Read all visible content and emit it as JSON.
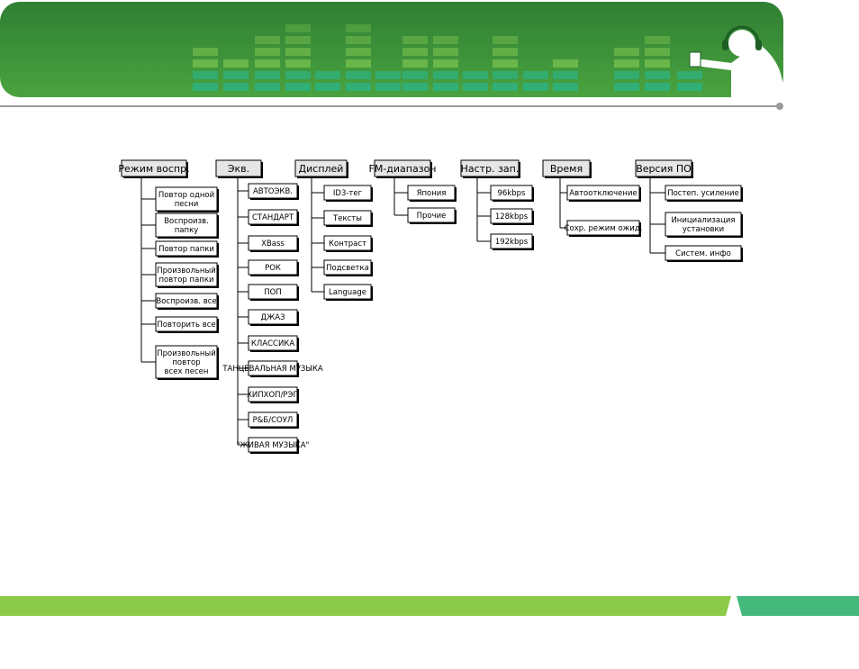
{
  "colors": {
    "banner_dark": "#2e7d32",
    "banner_light": "#8bc34a",
    "footer_green": "#8ccb4a",
    "footer_teal": "#45b97c"
  },
  "icons": {
    "banner_figure": "person-with-headphones-icon"
  },
  "columns": [
    {
      "header": "Режим воспр.",
      "items": [
        [
          "Повтор одной",
          "песни"
        ],
        [
          "Воспроизв.",
          "папку"
        ],
        [
          "Повтор папки"
        ],
        [
          "Произвольный",
          "повтор папки"
        ],
        [
          "Воспроизв. все"
        ],
        [
          "Повторить все"
        ],
        [
          "Произвольный",
          "повтор",
          "всех песен"
        ]
      ]
    },
    {
      "header": "Экв.",
      "items": [
        [
          "АВТОЭКВ."
        ],
        [
          "СТАНДАРТ"
        ],
        [
          "XBass"
        ],
        [
          "РОК"
        ],
        [
          "ПОП"
        ],
        [
          "ДЖАЗ"
        ],
        [
          "КЛАССИКА"
        ],
        [
          "ТАНЦЕВАЛЬНАЯ МУЗЫКА"
        ],
        [
          "ХИПХОП/РЭП"
        ],
        [
          "Р&Б/СОУЛ"
        ],
        [
          "\"ЖИВАЯ МУЗЫКА\""
        ]
      ]
    },
    {
      "header": "Дисплей",
      "items": [
        [
          "ID3-тег"
        ],
        [
          "Тексты"
        ],
        [
          "Контраст"
        ],
        [
          "Подсветка"
        ],
        [
          "Language"
        ]
      ]
    },
    {
      "header": "FM-диапазон",
      "items": [
        [
          "Япония"
        ],
        [
          "Прочие"
        ]
      ]
    },
    {
      "header": "Настр. зап.",
      "items": [
        [
          "96kbps"
        ],
        [
          "128kbps"
        ],
        [
          "192kbps"
        ]
      ]
    },
    {
      "header": "Время",
      "items": [
        [
          "Автоотключение"
        ],
        [
          "Сохр. режим ожид."
        ]
      ]
    },
    {
      "header": "Версия ПО",
      "items": [
        [
          "Постеп. усиление"
        ],
        [
          "Инициализация",
          "установки"
        ],
        [
          "Систем. инфо"
        ]
      ]
    }
  ]
}
